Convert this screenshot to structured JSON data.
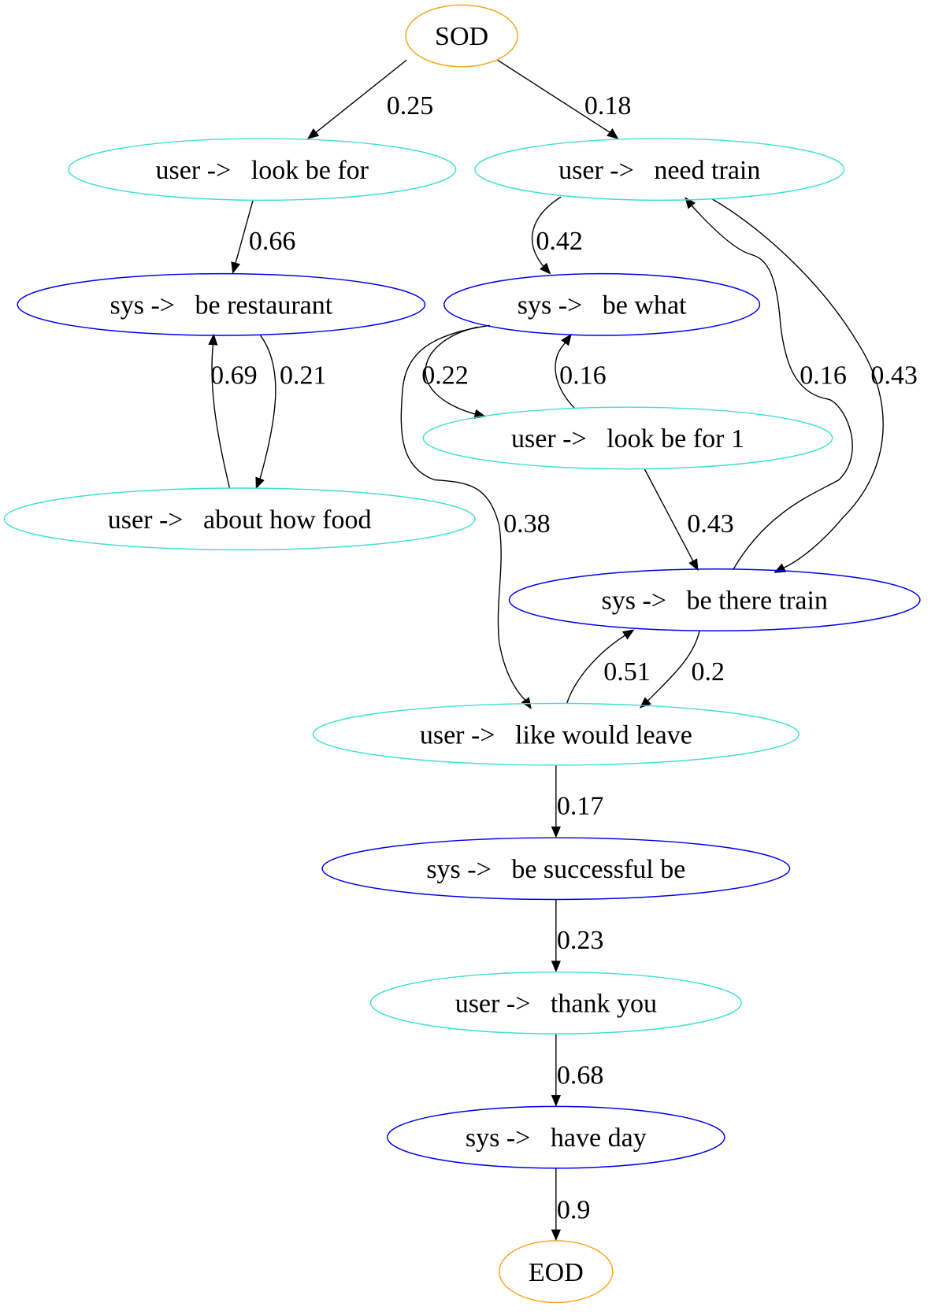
{
  "colors": {
    "terminal": "#f5a623",
    "user": "#40e0d0",
    "sys": "#0000ee"
  },
  "nodes": {
    "sod": {
      "label": "SOD",
      "kind": "terminal"
    },
    "u_look": {
      "label": "user ->   look be for",
      "kind": "user"
    },
    "u_train": {
      "label": "user ->   need train",
      "kind": "user"
    },
    "s_rest": {
      "label": "sys ->   be restaurant",
      "kind": "sys"
    },
    "s_what": {
      "label": "sys ->   be what",
      "kind": "sys"
    },
    "u_look1": {
      "label": "user ->   look be for 1",
      "kind": "user"
    },
    "u_food": {
      "label": "user ->   about how food",
      "kind": "user"
    },
    "s_there": {
      "label": "sys ->   be there train",
      "kind": "sys"
    },
    "u_leave": {
      "label": "user ->   like would leave",
      "kind": "user"
    },
    "s_succ": {
      "label": "sys ->   be successful be",
      "kind": "sys"
    },
    "u_thank": {
      "label": "user ->   thank you",
      "kind": "user"
    },
    "s_day": {
      "label": "sys ->   have day",
      "kind": "sys"
    },
    "eod": {
      "label": "EOD",
      "kind": "terminal"
    }
  },
  "edges": [
    {
      "id": "sod-u_look",
      "from": "sod",
      "to": "u_look",
      "weight": "0.25"
    },
    {
      "id": "sod-u_train",
      "from": "sod",
      "to": "u_train",
      "weight": "0.18"
    },
    {
      "id": "u_look-s_rest",
      "from": "u_look",
      "to": "s_rest",
      "weight": "0.66"
    },
    {
      "id": "u_food-s_rest",
      "from": "u_food",
      "to": "s_rest",
      "weight": "0.69"
    },
    {
      "id": "s_rest-u_food",
      "from": "s_rest",
      "to": "u_food",
      "weight": "0.21"
    },
    {
      "id": "u_train-s_what",
      "from": "u_train",
      "to": "s_what",
      "weight": "0.42"
    },
    {
      "id": "s_what-u_look1",
      "from": "s_what",
      "to": "u_look1",
      "weight": "0.22"
    },
    {
      "id": "u_look1-s_what",
      "from": "u_look1",
      "to": "s_what",
      "weight": "0.16"
    },
    {
      "id": "s_there-u_train",
      "from": "s_there",
      "to": "u_train",
      "weight": "0.16"
    },
    {
      "id": "u_train-s_there",
      "from": "u_train",
      "to": "s_there",
      "weight": "0.43"
    },
    {
      "id": "s_what-u_leave",
      "from": "s_what",
      "to": "u_leave",
      "weight": "0.38"
    },
    {
      "id": "u_look1-s_there",
      "from": "u_look1",
      "to": "s_there",
      "weight": "0.43"
    },
    {
      "id": "u_leave-s_there",
      "from": "u_leave",
      "to": "s_there",
      "weight": "0.51"
    },
    {
      "id": "s_there-u_leave",
      "from": "s_there",
      "to": "u_leave",
      "weight": "0.2"
    },
    {
      "id": "u_leave-s_succ",
      "from": "u_leave",
      "to": "s_succ",
      "weight": "0.17"
    },
    {
      "id": "s_succ-u_thank",
      "from": "s_succ",
      "to": "u_thank",
      "weight": "0.23"
    },
    {
      "id": "u_thank-s_day",
      "from": "u_thank",
      "to": "s_day",
      "weight": "0.68"
    },
    {
      "id": "s_day-eod",
      "from": "s_day",
      "to": "eod",
      "weight": "0.9"
    }
  ]
}
